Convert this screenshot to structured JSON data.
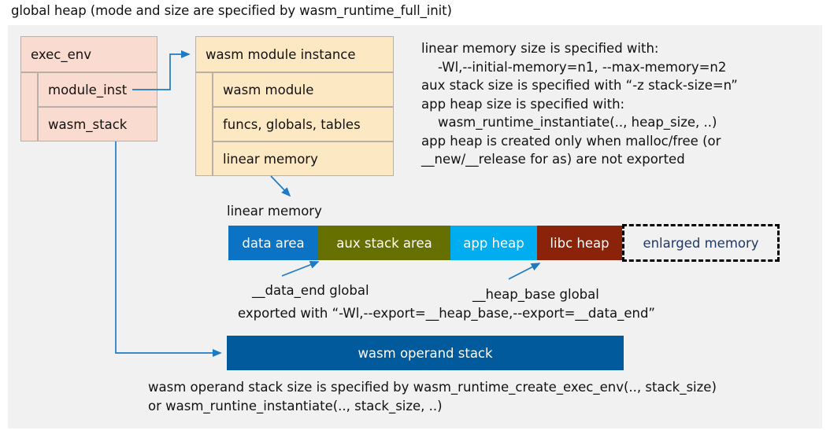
{
  "title": "global heap (mode and size are specified by wasm_runtime_full_init)",
  "colors": {
    "panel_bg": "#f1f1f1",
    "exec_env_fill": "#fadbcf",
    "module_inst_fill": "#fce8c3",
    "box_border": "#b8b0a8",
    "connector": "#1f7ac4",
    "data_area": "#0b72c4",
    "aux_stack_area": "#667000",
    "app_heap": "#00aeef",
    "libc_heap": "#8a2309",
    "enlarged_memory_text": "#1f3864",
    "operand_stack": "#005a9c"
  },
  "exec_env": {
    "header": "exec_env",
    "fields": [
      {
        "label": "module_inst"
      },
      {
        "label": "wasm_stack"
      }
    ]
  },
  "module_instance": {
    "header": "wasm module instance",
    "fields": [
      {
        "label": "wasm module"
      },
      {
        "label": "funcs, globals, tables"
      },
      {
        "label": "linear memory"
      }
    ]
  },
  "notes": {
    "memory_config": "linear memory size is specified with:\n    -Wl,--initial-memory=n1, --max-memory=n2\naux stack size is specified with “-z stack-size=n”\napp heap size is specified with:\n    wasm_runtime_instantiate(.., heap_size, ..)\napp heap is created only when malloc/free (or\n__new/__release for as) are not exported",
    "operand_stack_config": "wasm operand stack size is specified by wasm_runtime_create_exec_env(.., stack_size)\nor wasm_runtine_instantiate(.., stack_size, ..)"
  },
  "linear_memory": {
    "caption": "linear memory",
    "segments": [
      {
        "label": "data area",
        "color": "#0b72c4"
      },
      {
        "label": "aux stack area",
        "color": "#667000"
      },
      {
        "label": "app heap",
        "color": "#00aeef"
      },
      {
        "label": "libc heap",
        "color": "#8a2309"
      },
      {
        "label": "enlarged memory",
        "color": "#f1f1f1"
      }
    ],
    "annotations": {
      "data_end": "__data_end global",
      "heap_base": "__heap_base global",
      "exported_with": "exported with “-Wl,--export=__heap_base,--export=__data_end”"
    }
  },
  "operand_stack": {
    "label": "wasm operand stack"
  }
}
